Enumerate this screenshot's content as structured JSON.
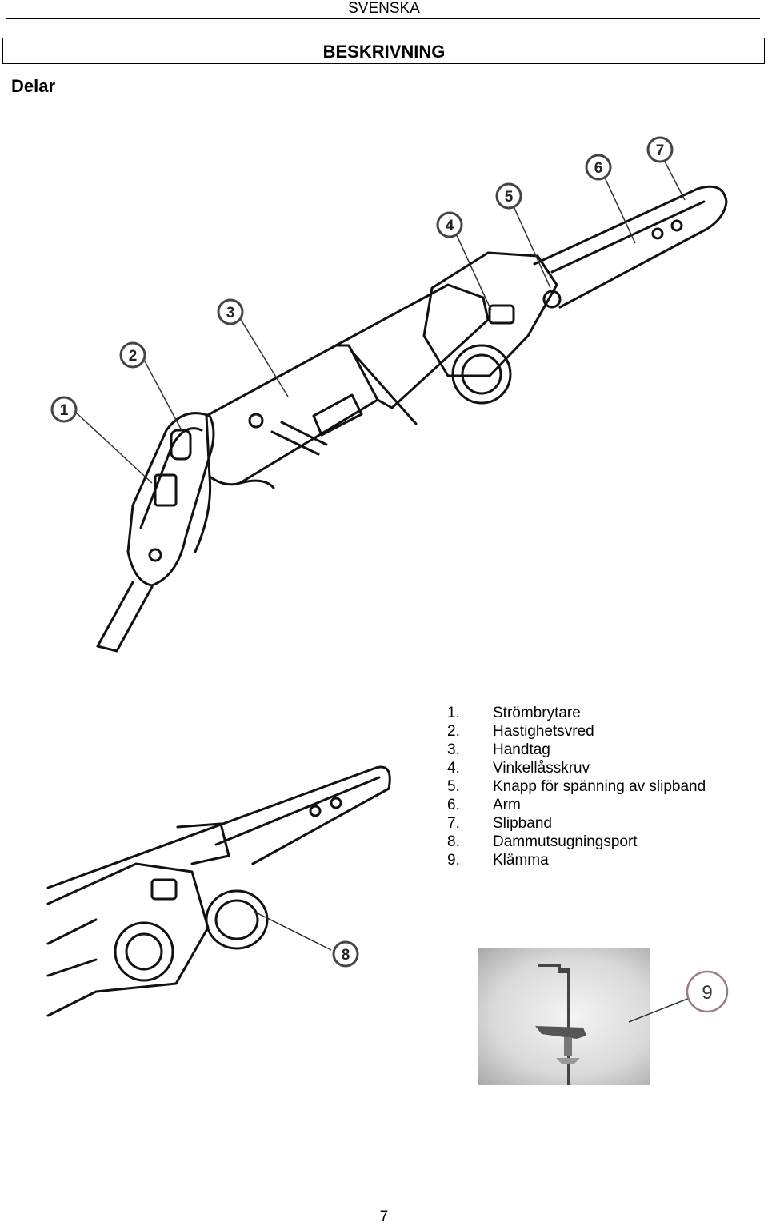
{
  "header": {
    "language": "SVENSKA"
  },
  "section": {
    "title": "BESKRIVNING"
  },
  "subheading": "Delar",
  "callouts": [
    "1",
    "2",
    "3",
    "4",
    "5",
    "6",
    "7",
    "8",
    "9"
  ],
  "parts": [
    {
      "num": "1.",
      "label": "Strömbrytare"
    },
    {
      "num": "2.",
      "label": "Hastighetsvred"
    },
    {
      "num": "3.",
      "label": "Handtag"
    },
    {
      "num": "4.",
      "label": "Vinkellåsskruv"
    },
    {
      "num": "5.",
      "label": "Knapp för spänning av slipband"
    },
    {
      "num": "6.",
      "label": "Arm"
    },
    {
      "num": "7.",
      "label": "Slipband"
    },
    {
      "num": "8.",
      "label": "Dammutsugningsport"
    },
    {
      "num": "9.",
      "label": "Klämma"
    }
  ],
  "footer": {
    "page_number": "7"
  }
}
